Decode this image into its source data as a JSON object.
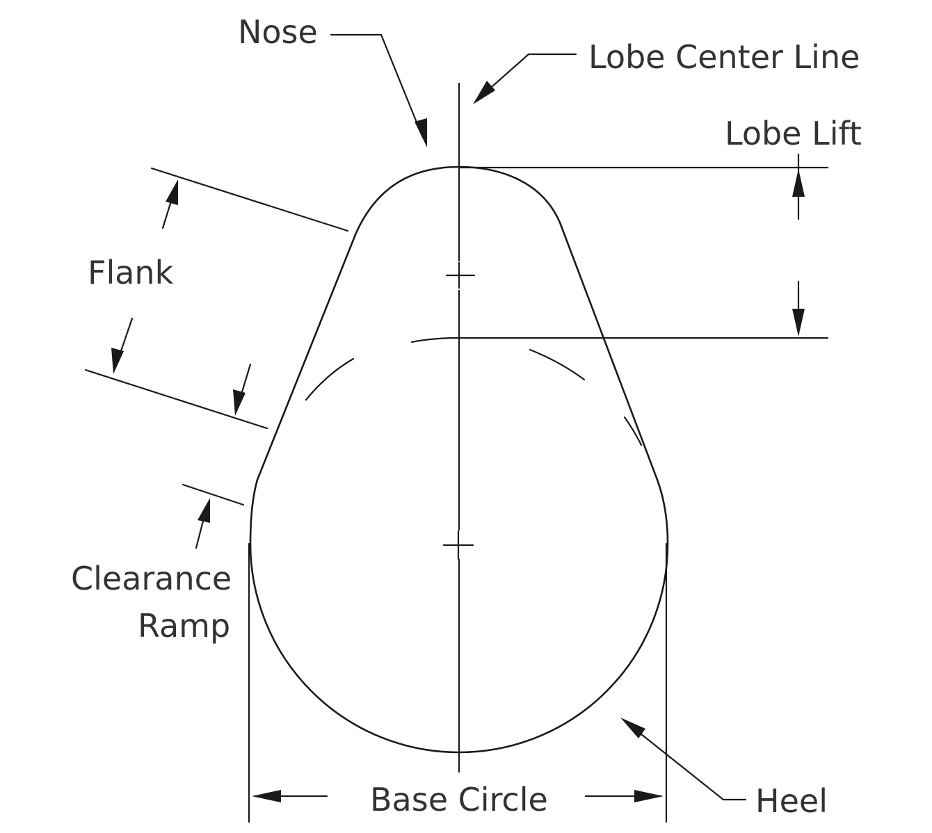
{
  "labels": {
    "nose": "Nose",
    "lobe_center_line": "Lobe Center Line",
    "lobe_lift": "Lobe Lift",
    "flank": "Flank",
    "clearance_line1": "Clearance",
    "clearance_line2": "Ramp",
    "base_circle": "Base Circle",
    "heel": "Heel"
  },
  "colors": {
    "line": "#1a1a1a",
    "text": "#333333",
    "background": "#ffffff"
  }
}
